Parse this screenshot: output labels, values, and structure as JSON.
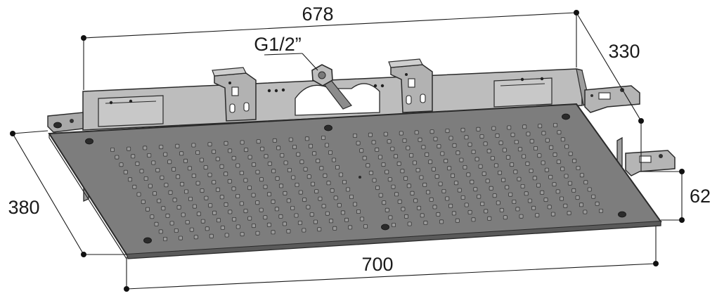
{
  "dimensions": {
    "top_width": "678",
    "depth_back": "330",
    "height_box": "62",
    "length_front": "700",
    "depth_front": "380"
  },
  "fittings": {
    "inlet_thread": "G1/2”"
  },
  "nozzle_grid": {
    "left_panel": {
      "rows": 13,
      "cols": 14
    },
    "right_panel": {
      "rows": 13,
      "cols": 14
    }
  },
  "colors": {
    "plate": "#7d7d7d",
    "plate_edge": "#5a5a5a",
    "box": "#b9b9b9",
    "bracket": "#a9a9a9",
    "nozzle": "#9a9a9a",
    "line": "#2a2a2a"
  }
}
